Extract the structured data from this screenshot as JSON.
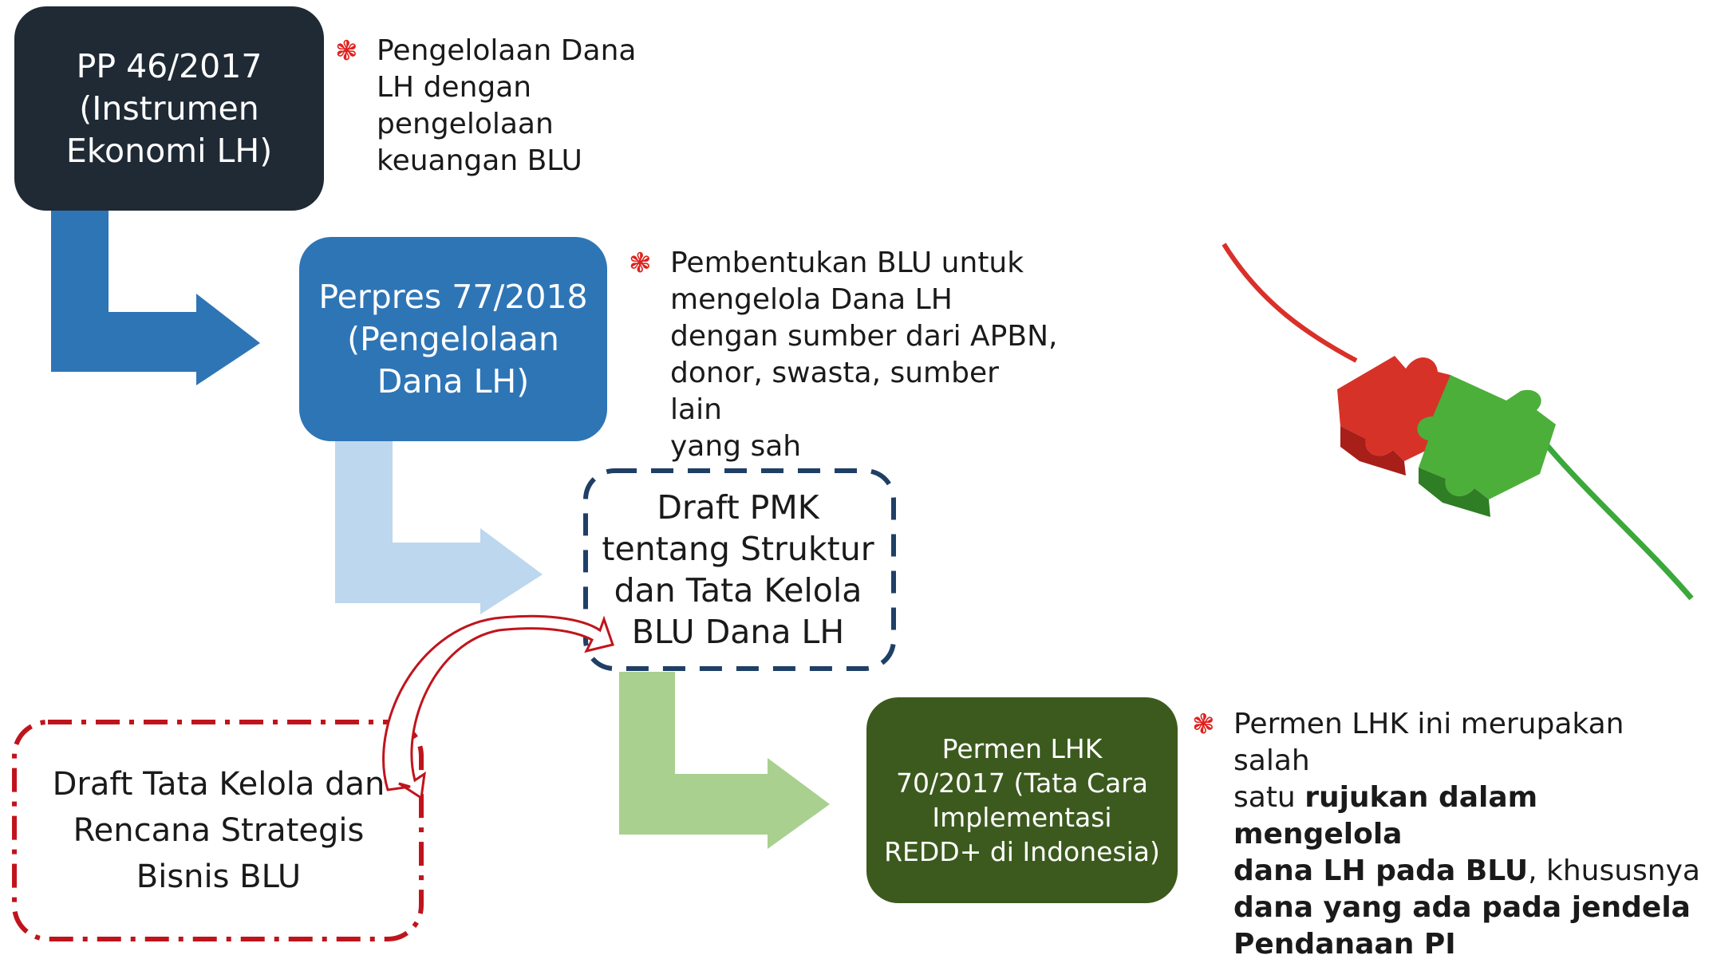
{
  "diagram": {
    "nodes": [
      {
        "id": "pp46",
        "label": "PP 46/2017\n(Instrumen\nEkonomi LH)",
        "color": "#1f2a35"
      },
      {
        "id": "perpres77",
        "label": "Perpres 77/2018\n(Pengelolaan\nDana LH)",
        "color": "#2e75b6"
      },
      {
        "id": "draft_pmk",
        "label": "Draft PMK\ntentang Struktur\ndan Tata Kelola\nBLU Dana LH",
        "border_color": "#1f3f66"
      },
      {
        "id": "permen_lhk",
        "label": "Permen LHK\n70/2017 (Tata Cara\nImplementasi\nREDD+ di Indonesia)",
        "color": "#3c5a1e"
      },
      {
        "id": "draft_tata_kelola",
        "label": "Draft Tata Kelola dan\nRencana Strategis\nBisnis BLU",
        "border_color": "#c0141c"
      }
    ],
    "arrow_colors": [
      "#2e75b6",
      "#bdd7ee",
      "#a9d08e"
    ],
    "curved_arrow_color": "#c0141c",
    "bullet_symbol": "❃",
    "bullet_color": "#e0201c",
    "notes": {
      "note1": "Pengelolaan Dana\nLH dengan\npengelolaan\nkeuangan BLU",
      "note2": "Pembentukan BLU untuk\nmengelola Dana LH\ndengan sumber dari APBN,\ndonor, swasta, sumber lain\nyang sah",
      "note3_p1": "Permen LHK ini merupakan salah\nsatu ",
      "note3_b1": "rujukan dalam mengelola\ndana LH pada BLU",
      "note3_p2": ", khususnya\n",
      "note3_b2": "dana yang ada pada jendela\nPendanaan PI"
    }
  }
}
